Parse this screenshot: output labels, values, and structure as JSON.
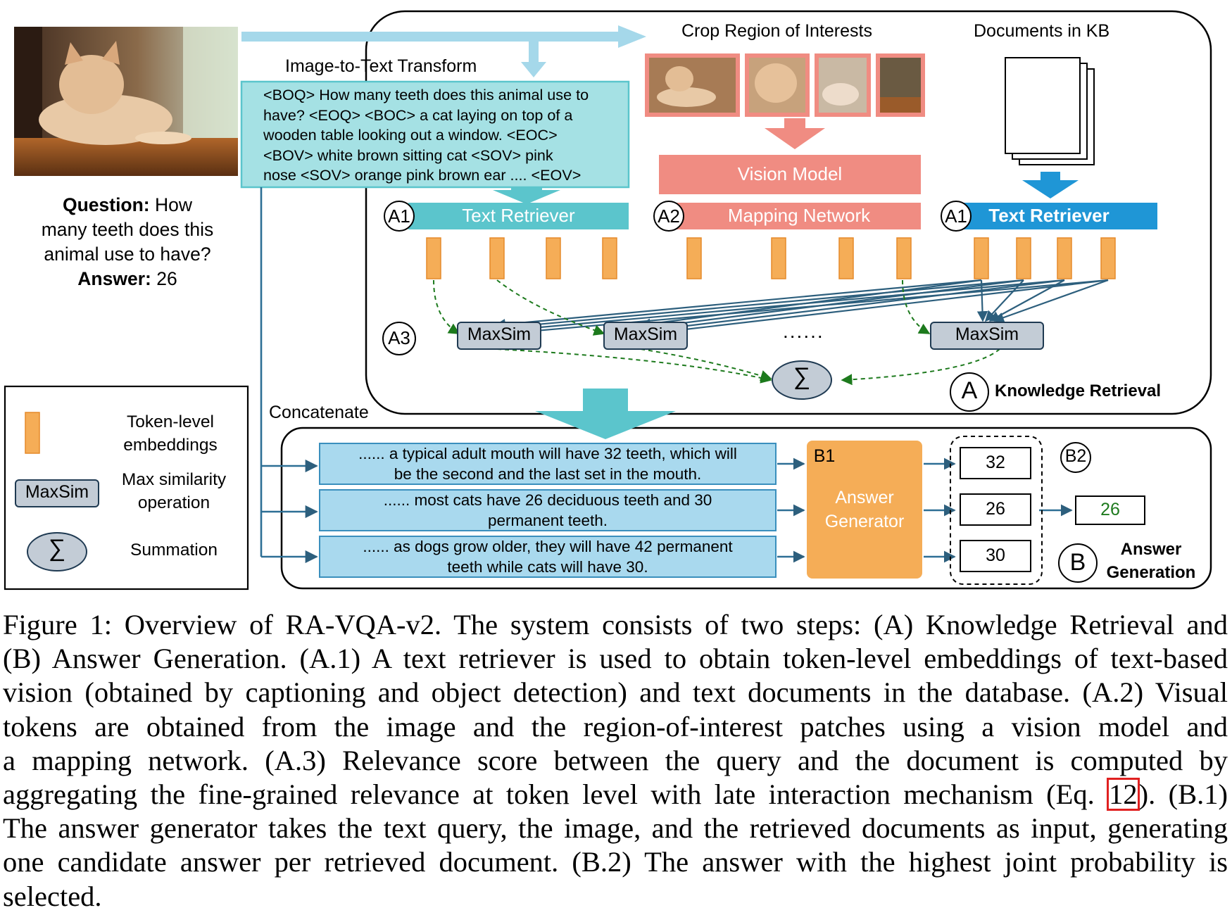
{
  "image_question": {
    "question_label": "Question:",
    "question_lines": [
      "How",
      "many teeth does this",
      "animal use to have?"
    ],
    "answer_label": "Answer:",
    "answer_value": "26"
  },
  "transform": {
    "title": "Image-to-Text Transform",
    "lines": [
      "<BOQ> How many teeth does this animal use to",
      "have? <EOQ> <BOC> a cat laying on top of a",
      "wooden table looking out a window.  <EOC>",
      "<BOV> white brown sitting cat <SOV> pink",
      "nose <SOV> orange pink brown ear .... <EOV>"
    ]
  },
  "crop": {
    "title": "Crop Region of Interests"
  },
  "kb": {
    "title": "Documents in KB"
  },
  "modules": {
    "vision_model": "Vision Model",
    "text_retriever_left": "Text Retriever",
    "mapping_network": "Mapping Network",
    "text_retriever_right": "Text Retriever"
  },
  "labels": {
    "a1_left": "A1",
    "a2": "A2",
    "a1_right": "A1",
    "a3": "A3",
    "a": "A",
    "b": "B",
    "b1": "B1",
    "b2": "B2"
  },
  "maxsim": [
    "MaxSim",
    "MaxSim",
    "MaxSim"
  ],
  "ellipsis": "......",
  "sum_symbol": "∑",
  "section_a": "Knowledge Retrieval",
  "concatenate": "Concatenate",
  "legend": {
    "token_label_1": "Token-level",
    "token_label_2": "embeddings",
    "maxsim_box": "MaxSim",
    "maxsim_label_1": "Max similarity",
    "maxsim_label_2": "operation",
    "sum_label": "Summation"
  },
  "docs": [
    [
      "...... a typical adult mouth will have 32 teeth, which will",
      "be the second and the last set in the mouth."
    ],
    [
      "...... most cats have 26 deciduous teeth and 30",
      "permanent teeth."
    ],
    [
      "...... as dogs grow older, they will have 42 permanent",
      "teeth while cats will have 30."
    ]
  ],
  "answer_generator": [
    "Answer",
    "Generator"
  ],
  "answers": [
    "32",
    "26",
    "30"
  ],
  "final_answer": "26",
  "section_b": [
    "Answer",
    "Generation"
  ],
  "colors": {
    "teal": "#5bc5cc",
    "teal_light": "#a5e1e4",
    "salmon": "#f08c82",
    "blue": "#1f96d6",
    "orange": "#f5ad57",
    "gray_box": "#c3ccd6",
    "doc_blue": "#a9d9ee",
    "green_text": "#1e7a1e",
    "arrow_dark": "#2d5f7d",
    "arrow_green": "#1d7a1d"
  },
  "caption_lines": [
    "Figure 1: Overview of RA-VQA-v2. The system consists of two steps: (A) Knowledge Retrieval and",
    "(B) Answer Generation. (A.1) A text retriever is used to obtain token-level embeddings of text-based",
    "vision (obtained by captioning and object detection) and text documents in the database. (A.2) Visual",
    "tokens are obtained from the image and the region-of-interest patches using a vision model and",
    "a mapping network. (A.3) Relevance score between the query and the document is computed by",
    "aggregating the fine-grained relevance at token level with late interaction mechanism (Eq. ",
    "). (B.1)",
    "The answer generator takes the text query, the image, and the retrieved documents as input, generating",
    "one candidate answer per retrieved document. (B.2) The answer with the highest joint probability is",
    "selected."
  ],
  "caption_ref": "12"
}
